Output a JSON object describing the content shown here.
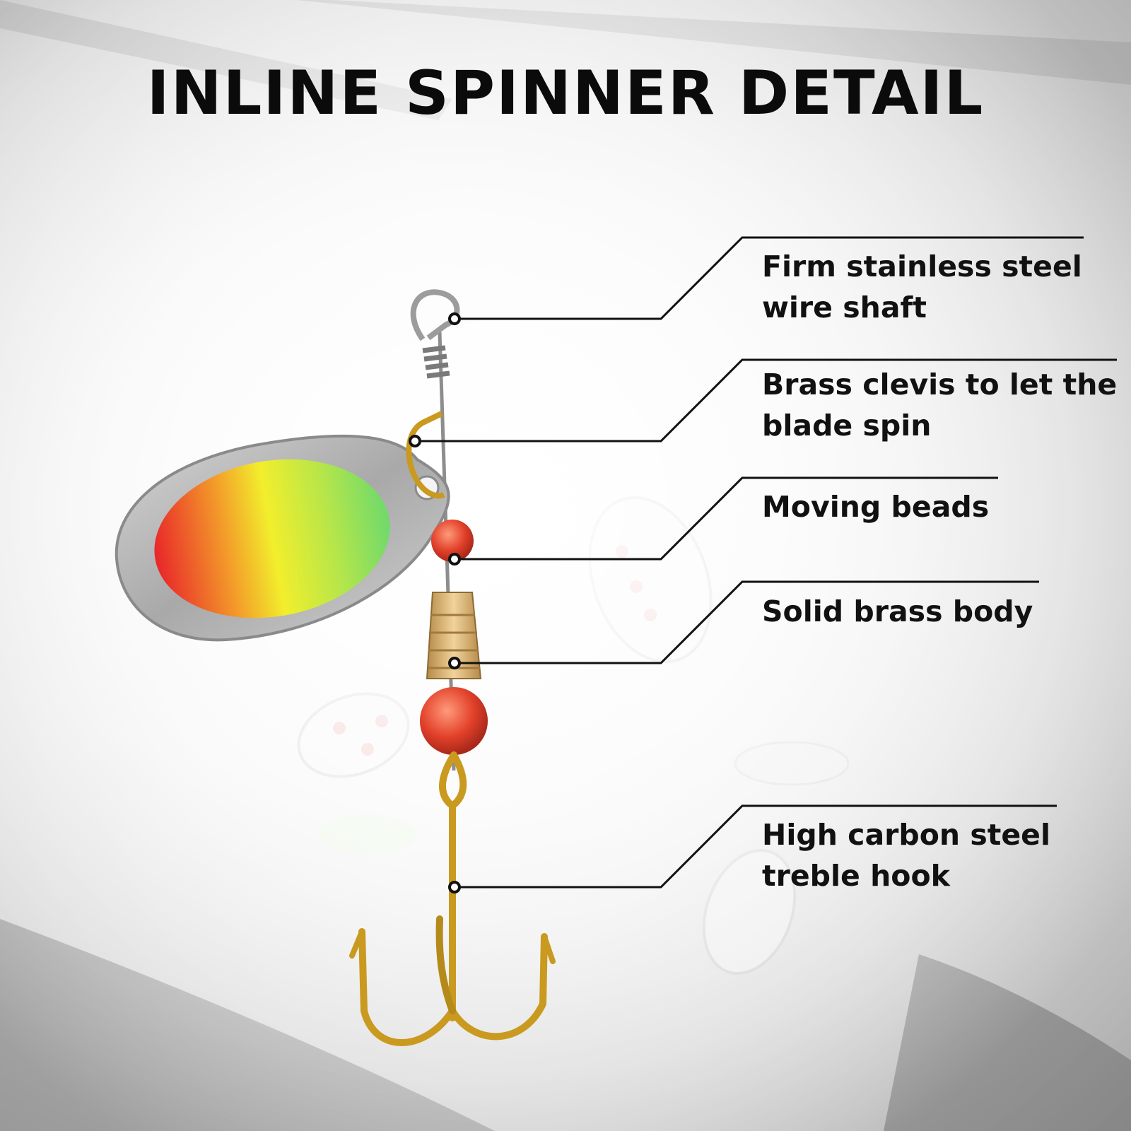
{
  "title": "INLINE SPINNER DETAIL",
  "callouts": [
    {
      "id": "shaft",
      "lines": [
        "Firm stainless steel",
        "wire shaft"
      ]
    },
    {
      "id": "clevis",
      "lines": [
        "Brass clevis to let the",
        "blade spin"
      ]
    },
    {
      "id": "beads",
      "lines": [
        "Moving beads"
      ]
    },
    {
      "id": "body",
      "lines": [
        "Solid brass body"
      ]
    },
    {
      "id": "hook",
      "lines": [
        "High carbon steel",
        "treble hook"
      ]
    }
  ],
  "colors": {
    "title": "#0b0b0b",
    "leader_lines": "#111111",
    "blade_silver": "#b9b9b9",
    "blade_red": "#e8262a",
    "blade_yellow": "#f2ee2c",
    "blade_green": "#6fd96b",
    "bead_red": "#e2412a",
    "brass": "#d9b06a",
    "hook_gold": "#c99a1f"
  },
  "icons": [
    "spinner-lure-image",
    "leader-dot-icon"
  ]
}
